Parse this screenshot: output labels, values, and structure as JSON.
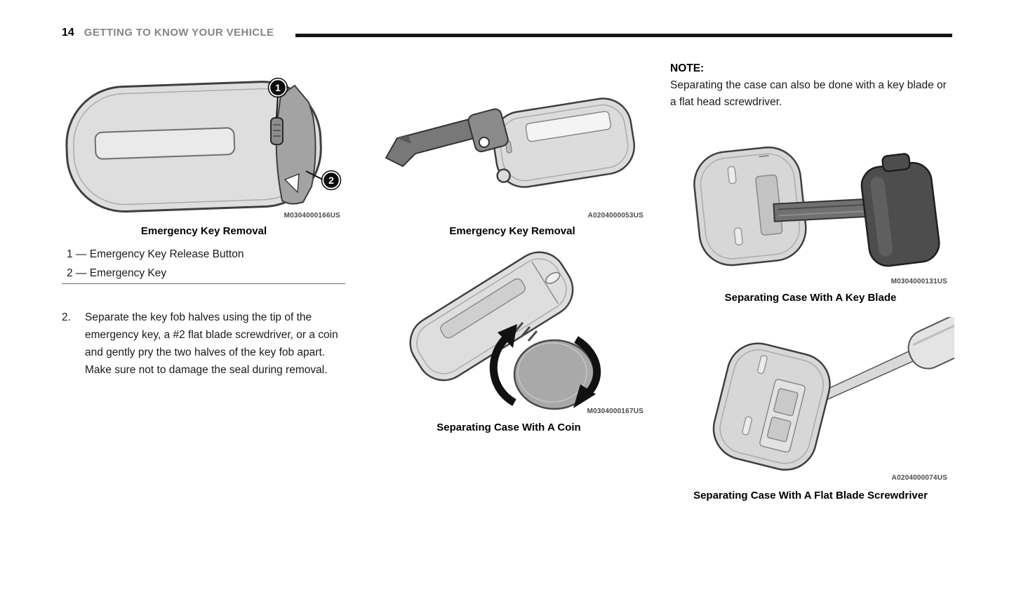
{
  "header": {
    "page_number": "14",
    "section_title": "GETTING TO KNOW YOUR VEHICLE"
  },
  "figures": {
    "fob_callouts": {
      "caption": "Emergency Key Removal",
      "code": "M0304000166US",
      "callouts": [
        "1",
        "2"
      ]
    },
    "key_and_fob": {
      "caption": "Emergency Key Removal",
      "code": "A0204000053US"
    },
    "coin": {
      "caption": "Separating Case With A Coin",
      "code": "M0304000167US"
    },
    "key_blade": {
      "caption": "Separating Case With A Key Blade",
      "code": "M0304000131US"
    },
    "screwdriver": {
      "caption": "Separating Case With A Flat Blade Screwdriver",
      "code": "A0204000074US"
    }
  },
  "legend": {
    "items": [
      "1 — Emergency Key Release Button",
      "2 — Emergency Key"
    ]
  },
  "step": {
    "number": "2.",
    "text": "Separate the key fob halves using the tip of the emergency key, a #2 flat blade screwdriver, or a coin and gently pry the two halves of the key fob apart. Make sure not to damage the seal during removal."
  },
  "note": {
    "heading": "NOTE:",
    "body": "Separating the case can also be done with a key blade or a flat head screwdriver."
  }
}
